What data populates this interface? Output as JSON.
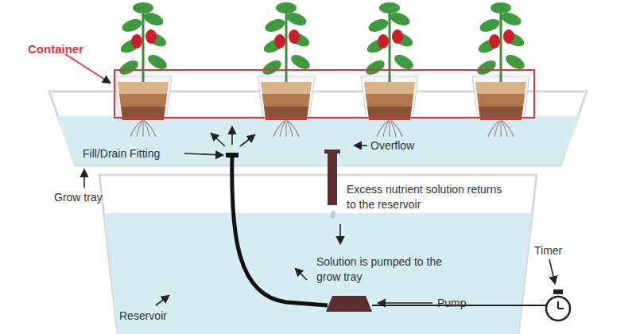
{
  "diagram": {
    "nodes": [
      {
        "text": [
          "Container"
        ]
      }
    ],
    "labels": [
      "Fill/Drain Fitting",
      "Overflow",
      "Grow tray",
      "Excess nutrient solution returns to the reservoir",
      "Solution is pumped to the grow tray",
      "Timer",
      "Pump",
      "Reservoir"
    ]
  }
}
